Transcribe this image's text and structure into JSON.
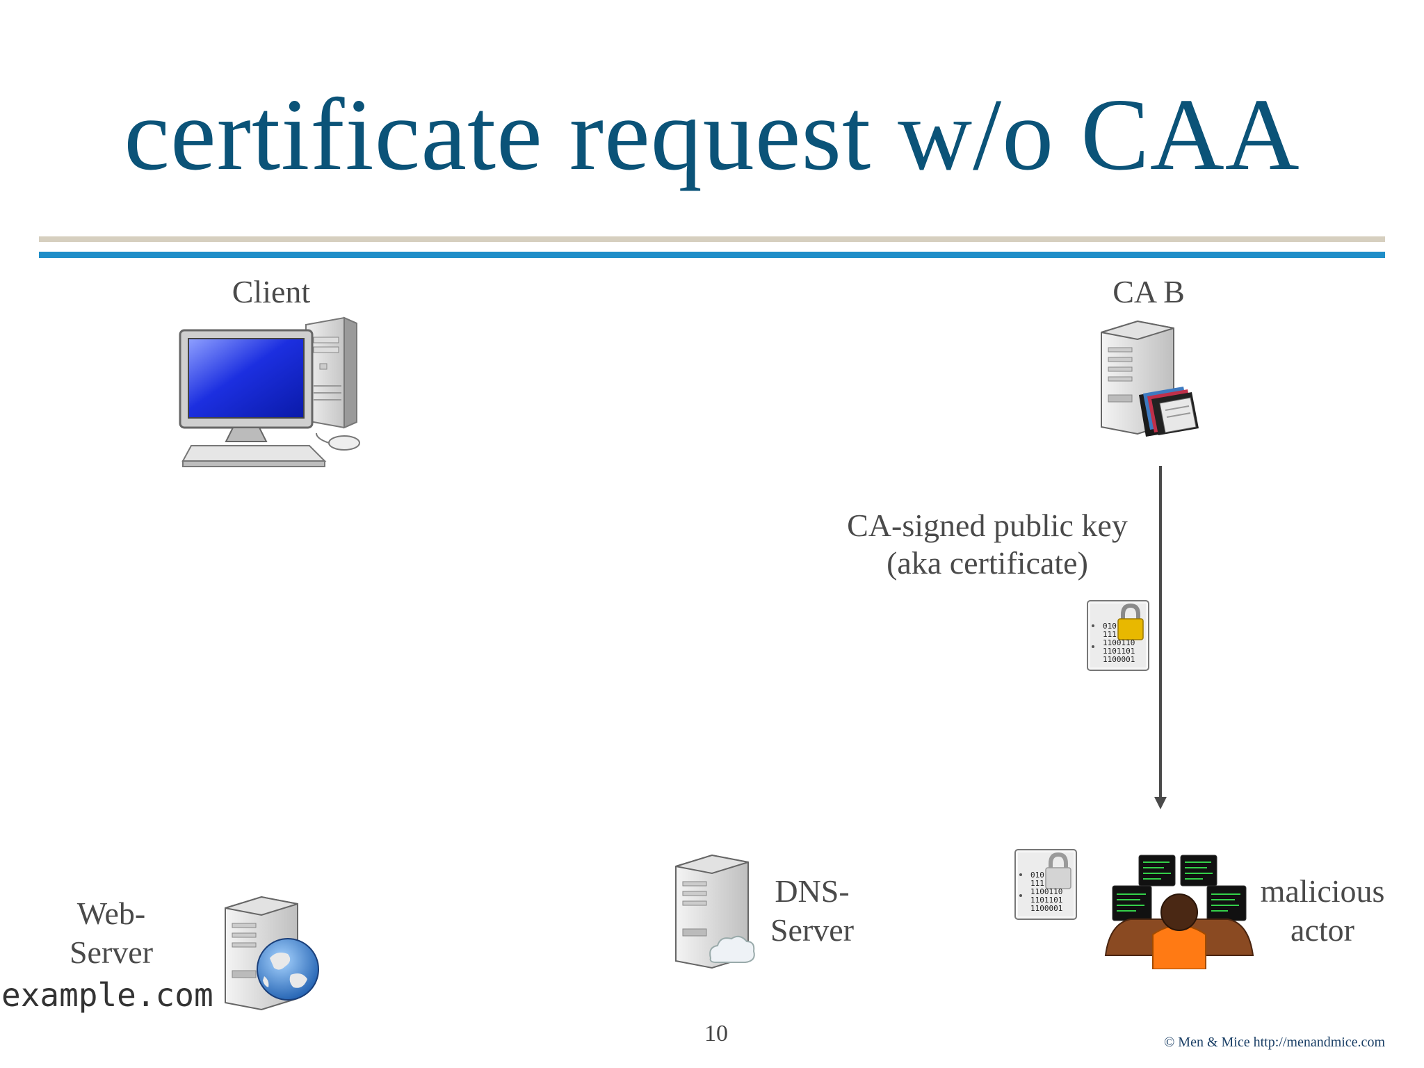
{
  "slide": {
    "title": "certificate request w/o CAA",
    "page_number": "10",
    "footer": "© Men & Mice  http://menandmice.com"
  },
  "nodes": {
    "client": {
      "label": "Client",
      "icon": "desktop-computer-icon"
    },
    "ca_b": {
      "label": "CA B",
      "icon": "server-with-files-icon"
    },
    "web_server": {
      "label_line1": "Web-",
      "label_line2": "Server",
      "domain": "example.com",
      "icon": "server-with-globe-icon"
    },
    "dns_server": {
      "label_line1": "DNS-",
      "label_line2": "Server",
      "icon": "server-with-cloud-icon"
    },
    "malicious_actor": {
      "label_line1": "malicious",
      "label_line2": "actor",
      "icon": "hacker-at-desk-icon"
    }
  },
  "arrow": {
    "label_line1": "CA-signed public key",
    "label_line2": "(aka certificate)",
    "from": "CA B",
    "to": "malicious actor"
  },
  "certificate_icon_text": [
    "010",
    "111",
    "1100110",
    "1101101",
    "1100001"
  ],
  "colors": {
    "title": "#0b5378",
    "rule_top": "#d6cfbf",
    "rule_bottom": "#1f8ec8",
    "arrow": "#4a4a4a"
  }
}
